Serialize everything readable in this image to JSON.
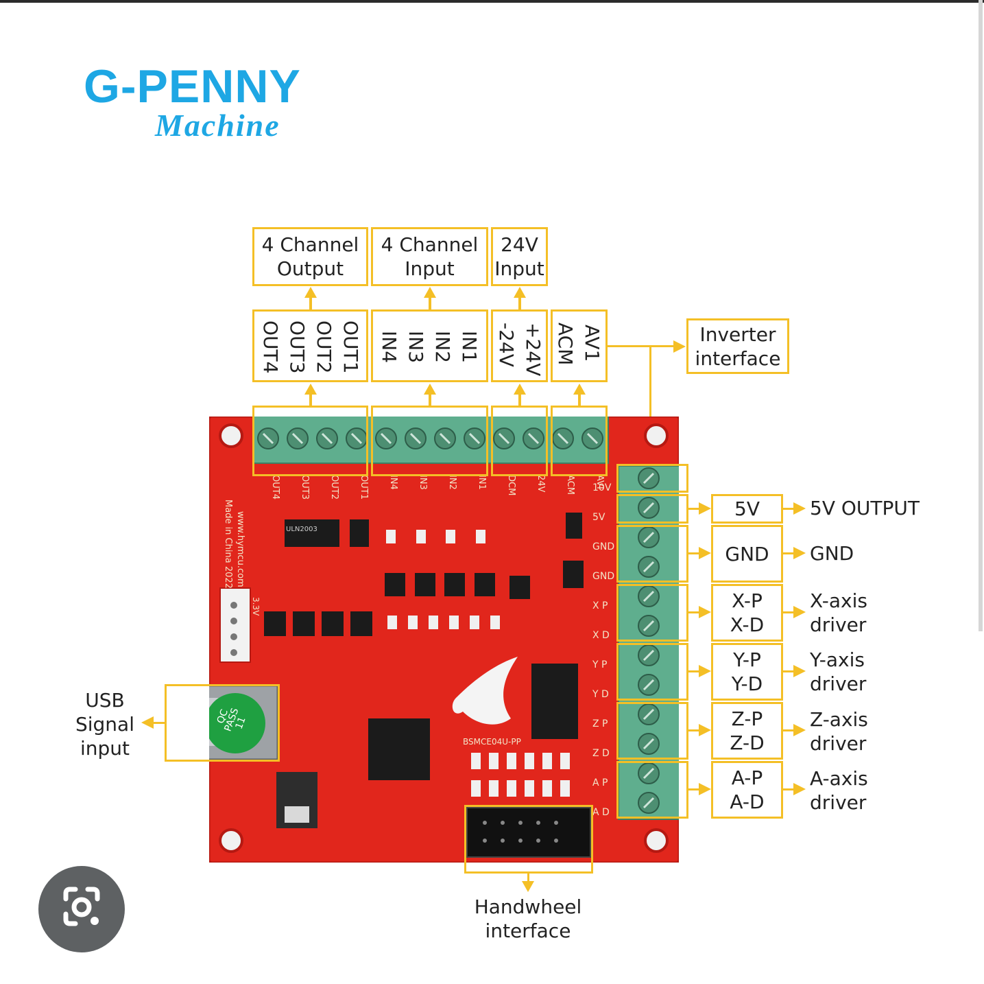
{
  "brand": {
    "name_line1": "G-PENNY",
    "name_line2": "Machine",
    "color": "#1ea7e4"
  },
  "colors": {
    "accent": "#f4bf26",
    "board": "#e1261c",
    "terminal": "#5fae8e"
  },
  "top_groups": [
    {
      "header": "4 Channel\nOutput",
      "pins": [
        "OUT1",
        "OUT2",
        "OUT3",
        "OUT4"
      ]
    },
    {
      "header": "4 Channel\nInput",
      "pins": [
        "IN1",
        "IN2",
        "IN3",
        "IN4"
      ]
    },
    {
      "header": "24V\nInput",
      "pins": [
        "+24V",
        "-24V"
      ]
    },
    {
      "header": "",
      "pins": [
        "AV1",
        "ACM"
      ]
    }
  ],
  "inverter_label": "Inverter\ninterface",
  "right_groups": [
    {
      "box": "5V",
      "desc": "5V OUTPUT"
    },
    {
      "box": "GND",
      "desc": "GND"
    },
    {
      "box": "X-P\nX-D",
      "desc": "X-axis\ndriver"
    },
    {
      "box": "Y-P\nY-D",
      "desc": "Y-axis\ndriver"
    },
    {
      "box": "Z-P\nZ-D",
      "desc": "Z-axis\ndriver"
    },
    {
      "box": "A-P\nA-D",
      "desc": "A-axis\ndriver"
    }
  ],
  "usb_label": "USB\nSignal\ninput",
  "handwheel_label": "Handwheel\ninterface",
  "board_silkscreen": {
    "top_pins": [
      "OUT4",
      "OUT3",
      "OUT2",
      "OUT1",
      "IN4",
      "IN3",
      "IN2",
      "IN1",
      "DCM",
      "24V",
      "ACM",
      "AVI"
    ],
    "right_pins": [
      "10V",
      "5V",
      "GND",
      "GND",
      "X P",
      "X D",
      "Y P",
      "Y D",
      "Z P",
      "Z D",
      "A P",
      "A D"
    ],
    "website": "www.hymcu.com",
    "made_in": "Made in China 2022",
    "model": "BSMCE04U-PP",
    "qc_sticker": "QC\nPASS\n11",
    "voltage_label": "3.3V",
    "ic_label": "ULN2003"
  },
  "lens_icon": "google-lens-icon"
}
